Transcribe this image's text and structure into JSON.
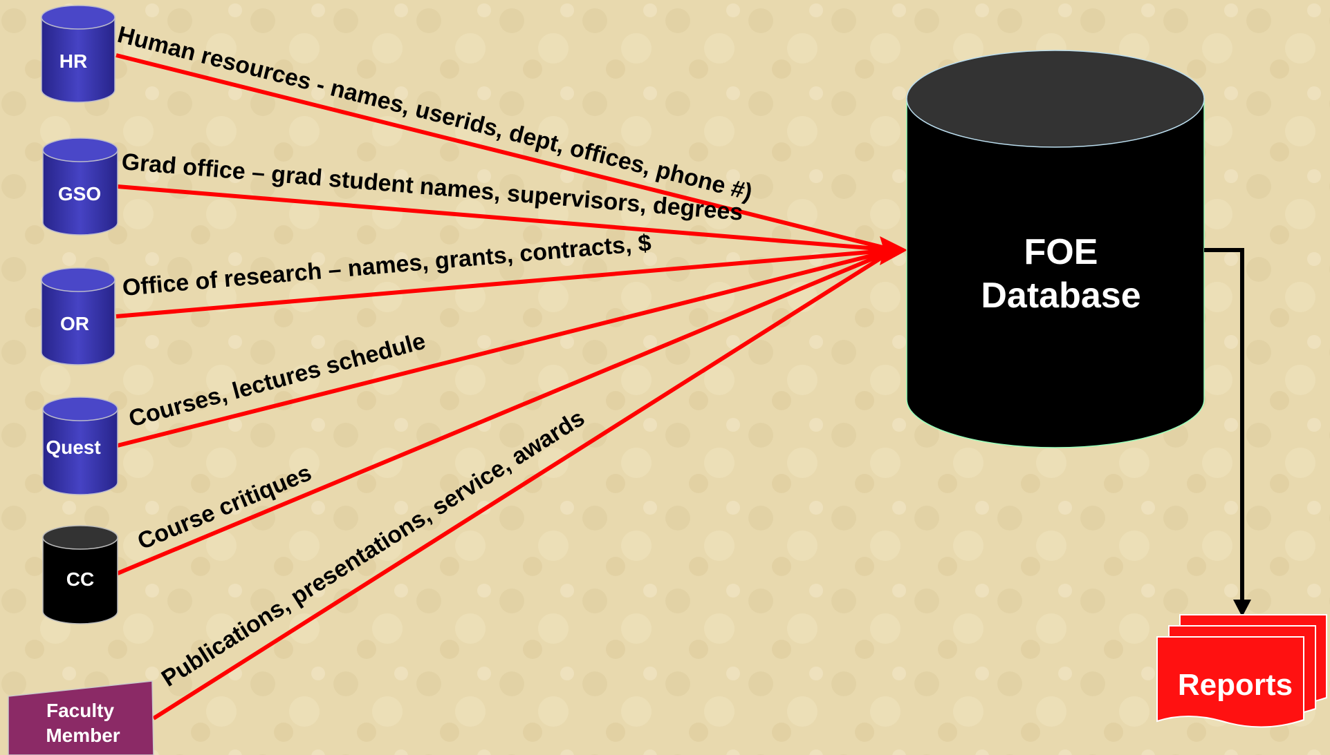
{
  "sources": [
    {
      "id": "hr",
      "label": "HR",
      "kind": "database",
      "color": "#3a37a6"
    },
    {
      "id": "gso",
      "label": "GSO",
      "kind": "database",
      "color": "#3a37a6"
    },
    {
      "id": "or",
      "label": "OR",
      "kind": "database",
      "color": "#3a37a6"
    },
    {
      "id": "quest",
      "label": "Quest",
      "kind": "database",
      "color": "#3a37a6"
    },
    {
      "id": "cc",
      "label": "CC",
      "kind": "database",
      "color": "#000000"
    },
    {
      "id": "faculty",
      "label_line1": "Faculty",
      "label_line2": "Member",
      "kind": "document",
      "color": "#8b2a66"
    }
  ],
  "flows": [
    {
      "from": "hr",
      "label": "Human resources - names, userids, dept, offices, phone #)"
    },
    {
      "from": "gso",
      "label": "Grad office – grad student names, supervisors, degrees"
    },
    {
      "from": "or",
      "label": "Office of research – names, grants, contracts, $"
    },
    {
      "from": "quest",
      "label": "Courses, lectures schedule"
    },
    {
      "from": "cc",
      "label": "Course critiques"
    },
    {
      "from": "faculty",
      "label": "Publications, presentations, service, awards"
    }
  ],
  "target": {
    "line1": "FOE",
    "line2": "Database",
    "color": "#000000"
  },
  "output": {
    "label": "Reports",
    "color": "#ff1111"
  },
  "colors": {
    "background": "#e8d9ae",
    "flow_arrow": "#ff0000",
    "output_arrow": "#000000"
  }
}
